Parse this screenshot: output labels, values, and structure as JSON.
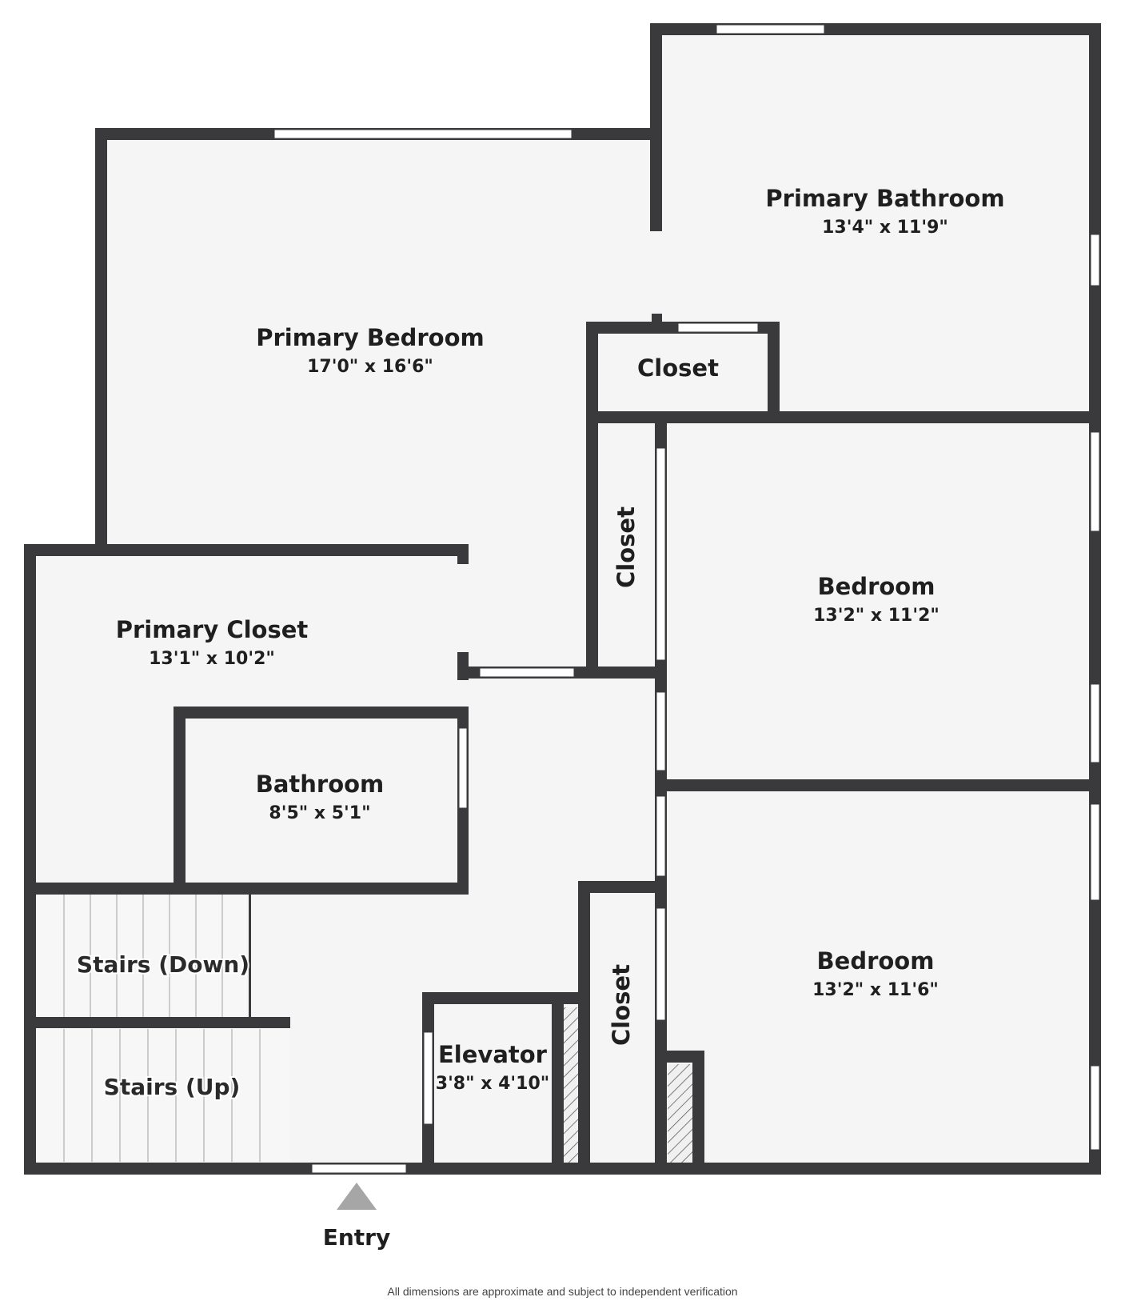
{
  "rooms": {
    "primary_bathroom": {
      "name": "Primary Bathroom",
      "dims": "13'4\" x 11'9\""
    },
    "primary_bedroom": {
      "name": "Primary Bedroom",
      "dims": "17'0\" x 16'6\""
    },
    "closet_top": {
      "name": "Closet"
    },
    "closet_mid": {
      "name": "Closet"
    },
    "closet_low": {
      "name": "Closet"
    },
    "bedroom_1": {
      "name": "Bedroom",
      "dims": "13'2\" x 11'2\""
    },
    "bedroom_2": {
      "name": "Bedroom",
      "dims": "13'2\" x 11'6\""
    },
    "primary_closet": {
      "name": "Primary Closet",
      "dims": "13'1\" x 10'2\""
    },
    "bathroom": {
      "name": "Bathroom",
      "dims": "8'5\" x 5'1\""
    },
    "elevator": {
      "name": "Elevator",
      "dims": "3'8\" x 4'10\""
    },
    "stairs_down": {
      "name": "Stairs (Down)"
    },
    "stairs_up": {
      "name": "Stairs (Up)"
    }
  },
  "entry_label": "Entry",
  "footnote": "All dimensions are approximate and subject to independent verification",
  "colors": {
    "wall": "#3a3a3c",
    "floor": "#f5f5f5",
    "window": "#ffffff",
    "entry_arrow": "#a6a6a6"
  }
}
